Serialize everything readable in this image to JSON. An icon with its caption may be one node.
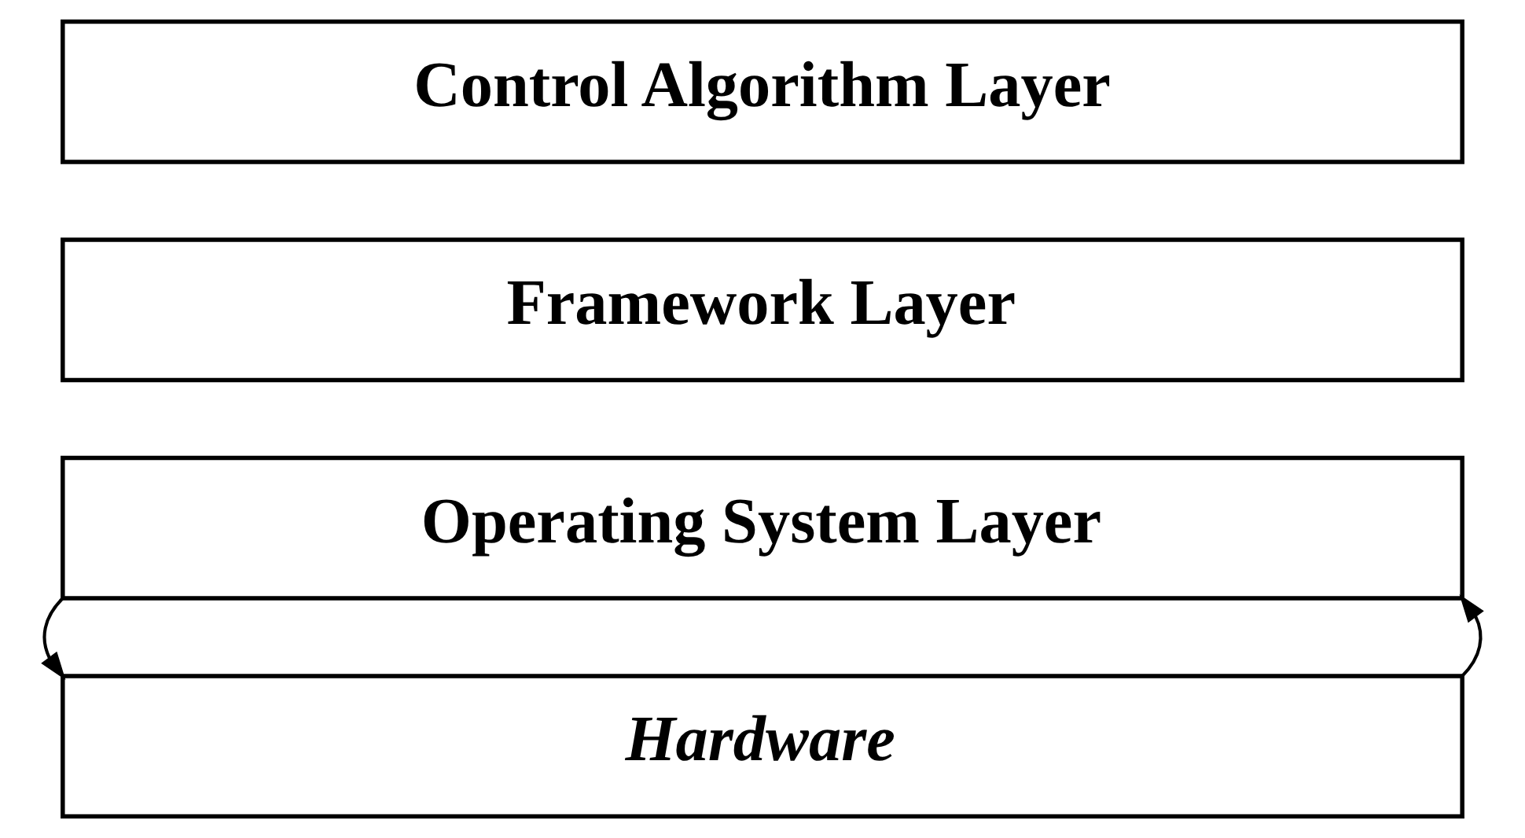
{
  "diagram": {
    "nodes": [
      {
        "text": [
          "Control Algorithm Layer"
        ]
      },
      {
        "text": [
          "Framework Layer"
        ]
      },
      {
        "text": [
          "Operating System Layer"
        ]
      },
      {
        "text": [
          "Hardware"
        ]
      }
    ],
    "edges": [
      {
        "from": 2,
        "to": 3,
        "arrow": "to"
      },
      {
        "from": 3,
        "to": 2,
        "arrow": "to"
      }
    ]
  }
}
